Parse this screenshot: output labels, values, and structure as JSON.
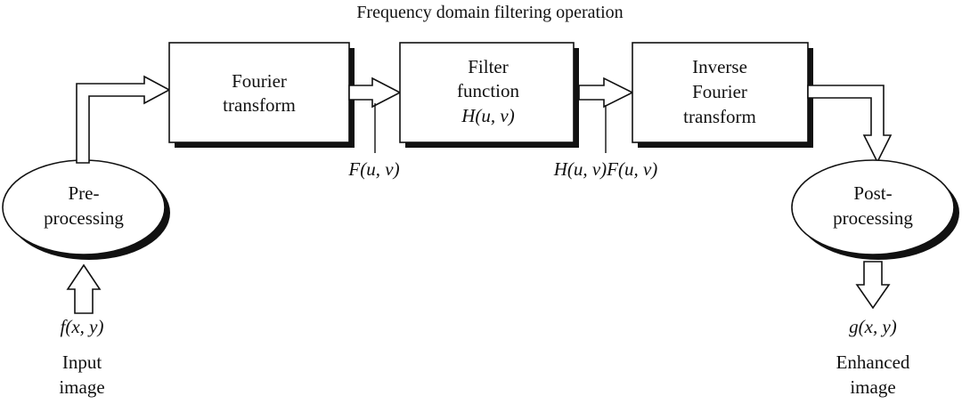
{
  "title": "Frequency domain filtering operation",
  "blocks": {
    "preprocessing": {
      "line1": "Pre-",
      "line2": "processing"
    },
    "fourier": {
      "line1": "Fourier",
      "line2": "transform"
    },
    "filter": {
      "line1": "Filter",
      "line2": "function",
      "line3": "H(u, v)"
    },
    "inverse": {
      "line1": "Inverse",
      "line2": "Fourier",
      "line3": "transform"
    },
    "postprocessing": {
      "line1": "Post-",
      "line2": "processing"
    }
  },
  "signals": {
    "input_fn": "f(x, y)",
    "spectrum": "F(u, v)",
    "filtered_spectrum": "H(u, v)F(u, v)",
    "output_fn": "g(x, y)"
  },
  "io": {
    "input_line1": "Input",
    "input_line2": "image",
    "output_line1": "Enhanced",
    "output_line2": "image"
  }
}
